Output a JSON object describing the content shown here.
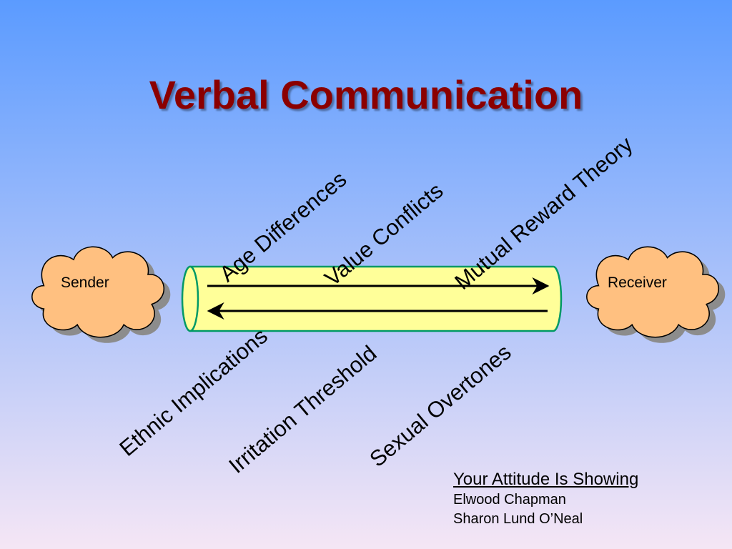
{
  "slide": {
    "title": "Verbal Communication",
    "title_color": "#8B0000",
    "background_top": "#5B9BFF",
    "background_bottom": "#F5E6F5"
  },
  "endpoints": {
    "sender": "Sender",
    "receiver": "Receiver",
    "cloud_fill": "#FFC080",
    "pipe_fill": "#FFFF99",
    "pipe_stroke": "#009966"
  },
  "barriers": {
    "upper": [
      "Age Differences",
      "Value Conflicts",
      "Mutual Reward Theory"
    ],
    "lower": [
      "Ethnic Implications",
      "Irritation Threshold",
      "Sexual Overtones"
    ]
  },
  "citation": {
    "book": "Your Attitude Is Showing",
    "authors": [
      "Elwood Chapman",
      "Sharon Lund O’Neal"
    ]
  }
}
